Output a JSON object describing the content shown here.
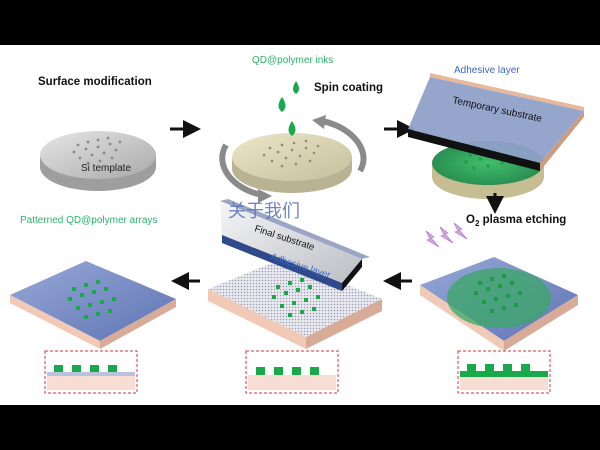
{
  "labels": {
    "surface_modification": "Surface modification",
    "si_template": "Si template",
    "qd_inks": "QD@polymer inks",
    "spin_coating": "Spin coating",
    "adhesive_layer_top": "Adhesive layer",
    "temporary_substrate": "Temporary substrate",
    "o2_prefix": "O",
    "o2_sub": "2",
    "plasma_etching": " plasma etching",
    "patterned_arrays": "Patterned QD@polymer arrays",
    "final_substrate": "Final substrate",
    "adhesive_layer_bottom": "Adhesive layer",
    "watermark": "关于我们"
  },
  "colors": {
    "qd_green": "#19a84a",
    "label_green": "#2bb36b",
    "label_blue": "#3b67c9",
    "inset_border": "#d43a3a",
    "substrate_pink": "#f7ddd3",
    "template_gray": "#c8c8c8",
    "coated_beige": "#dcd6b8"
  }
}
